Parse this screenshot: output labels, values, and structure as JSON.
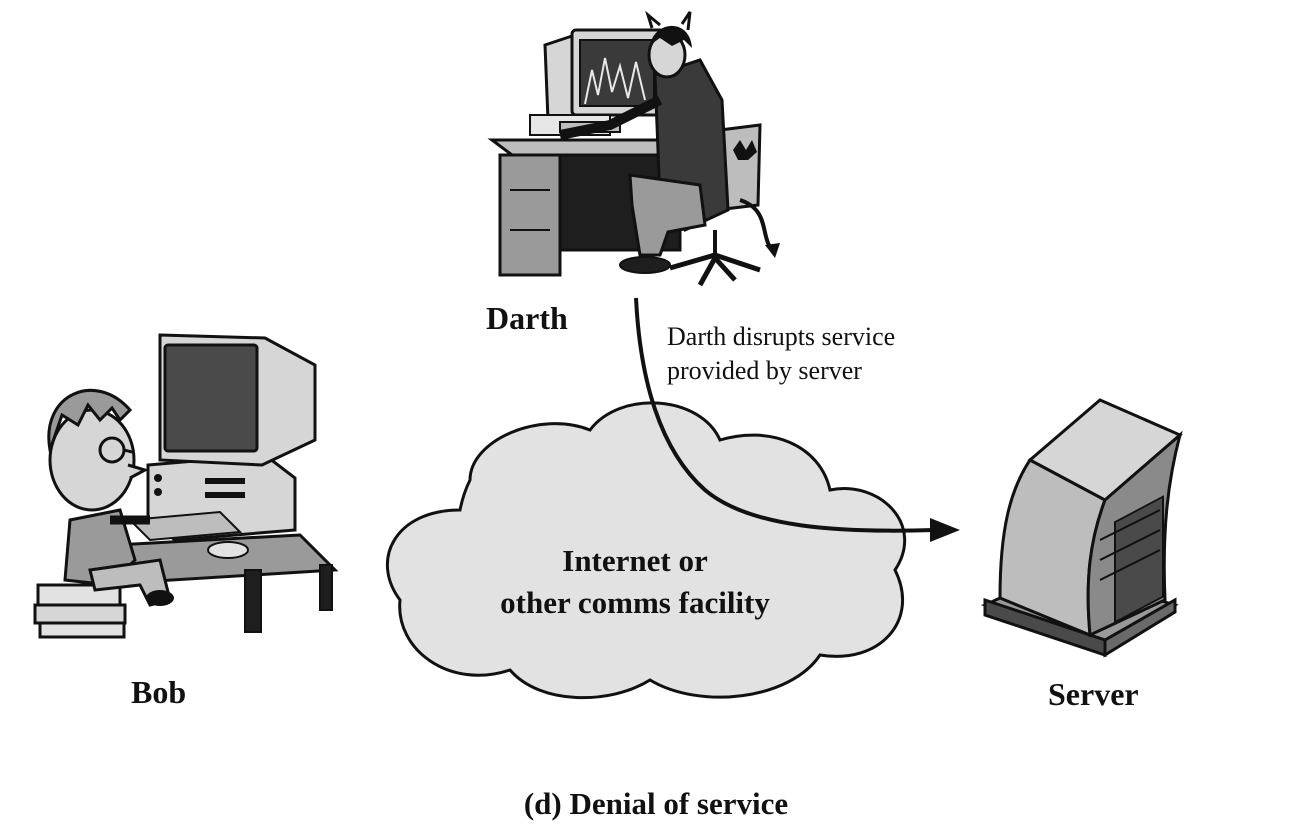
{
  "actors": {
    "darth": {
      "name": "Darth"
    },
    "bob": {
      "name": "Bob"
    },
    "server": {
      "name": "Server"
    }
  },
  "network": {
    "line1": "Internet or",
    "line2": "other comms facility"
  },
  "annotation": {
    "line1": "Darth disrupts service",
    "line2": "provided by server"
  },
  "caption": "(d) Denial of service",
  "colors": {
    "ink": "#111111",
    "cloud_fill": "#e2e2e2",
    "gray_fill": "#9a9a9a",
    "dark_fill": "#4a4a4a"
  },
  "icons": [
    "devil-at-computer-illustration",
    "boy-at-computer-illustration",
    "server-tower-icon",
    "cloud-shape",
    "curved-arrow"
  ]
}
